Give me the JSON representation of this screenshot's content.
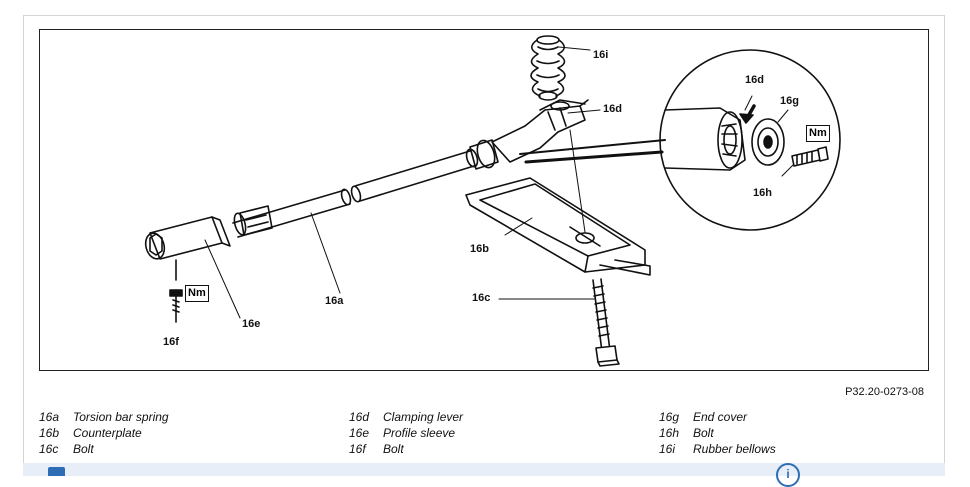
{
  "figure": {
    "labels": {
      "a": "16a",
      "b": "16b",
      "c": "16c",
      "d": "16d",
      "e": "16e",
      "f": "16f",
      "g": "16g",
      "h": "16h",
      "i": "16i"
    },
    "torque_badge": "Nm",
    "reference": "P32.20-0273-08"
  },
  "legend": [
    [
      {
        "code": "16a",
        "text": "Torsion bar spring"
      },
      {
        "code": "16b",
        "text": "Counterplate"
      },
      {
        "code": "16c",
        "text": "Bolt"
      }
    ],
    [
      {
        "code": "16d",
        "text": "Clamping lever"
      },
      {
        "code": "16e",
        "text": "Profile sleeve"
      },
      {
        "code": "16f",
        "text": "Bolt"
      }
    ],
    [
      {
        "code": "16g",
        "text": "End cover"
      },
      {
        "code": "16h",
        "text": "Bolt"
      },
      {
        "code": "16i",
        "text": "Rubber bellows"
      }
    ]
  ],
  "colors": {
    "accent": "#2d6db5",
    "line": "#111111"
  }
}
